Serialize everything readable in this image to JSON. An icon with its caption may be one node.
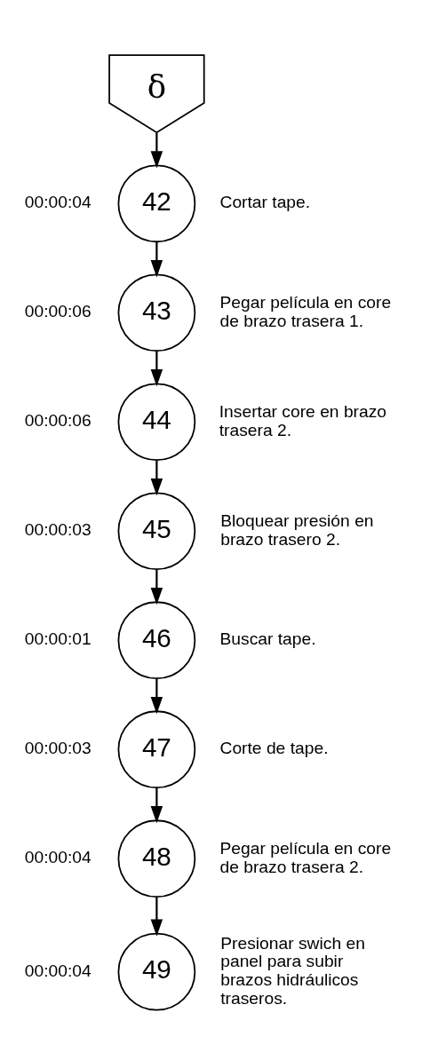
{
  "diagram": {
    "nodes": [
      {
        "text": [
          "δ"
        ]
      },
      {
        "text": [
          "42"
        ],
        "beside": [
          "00:00:04",
          "Cortar tape."
        ]
      },
      {
        "text": [
          "43"
        ],
        "beside": [
          "00:00:06",
          "Pegar película en core de brazo trasera 1."
        ]
      },
      {
        "text": [
          "44"
        ],
        "beside": [
          "00:00:06",
          "Insertar core en brazo trasera 2."
        ]
      },
      {
        "text": [
          "45"
        ],
        "beside": [
          "00:00:03",
          "Bloquear presión en brazo trasero 2."
        ]
      },
      {
        "text": [
          "46"
        ],
        "beside": [
          "00:00:01",
          "Buscar tape."
        ]
      },
      {
        "text": [
          "47"
        ],
        "beside": [
          "00:00:03",
          "Corte de tape."
        ]
      },
      {
        "text": [
          "48"
        ],
        "beside": [
          "00:00:04",
          "Pegar película en core de brazo trasera 2."
        ]
      },
      {
        "text": [
          "49"
        ],
        "beside": [
          "00:00:04",
          "Presionar swich en panel para subir brazos hidráulicos traseros."
        ]
      }
    ],
    "edges": [
      {
        "from": 0,
        "to": 1,
        "arrow": "to"
      },
      {
        "from": 1,
        "to": 2,
        "arrow": "to"
      },
      {
        "from": 2,
        "to": 3,
        "arrow": "to"
      },
      {
        "from": 3,
        "to": 4,
        "arrow": "to"
      },
      {
        "from": 4,
        "to": 5,
        "arrow": "to"
      },
      {
        "from": 5,
        "to": 6,
        "arrow": "to"
      },
      {
        "from": 6,
        "to": 7,
        "arrow": "to"
      },
      {
        "from": 7,
        "to": 8,
        "arrow": "to"
      }
    ]
  }
}
